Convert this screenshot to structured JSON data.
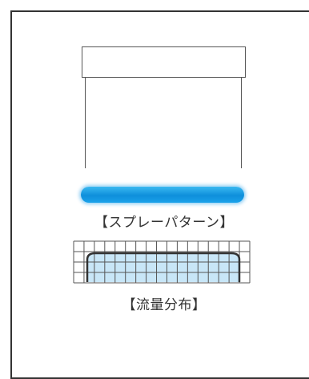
{
  "captions": {
    "spray_pattern": "【スプレーパターン】",
    "flow_distribution": "【流量分布】"
  },
  "colors": {
    "frame_border": "#333333",
    "spray_bar": "#1aa2ea",
    "flow_fill": "#c8e6f7",
    "grid": "#555555"
  },
  "flow_grid": {
    "columns": 17,
    "rows": 4
  }
}
